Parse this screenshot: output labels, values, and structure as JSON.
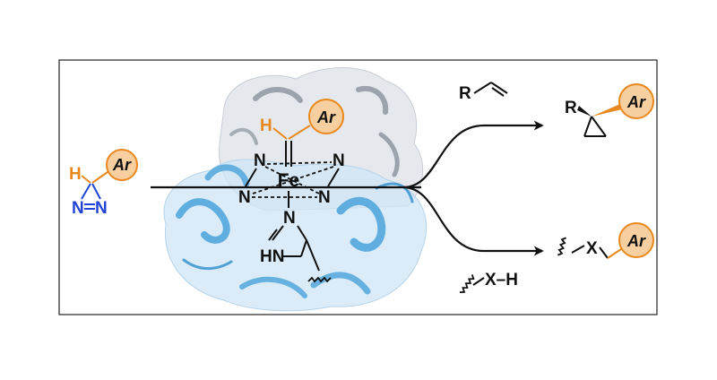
{
  "colors": {
    "accent_orange": "#e8891e",
    "ar_fill": "#f8cfa0",
    "nitrogen_blue": "#1f44d6",
    "protein_blue": "#4aa3da",
    "protein_surface": "#dde6ee",
    "frame": "#333333"
  },
  "substrate": {
    "h_label": "H",
    "ar_label": "Ar",
    "n_left": "N",
    "n_right": "N"
  },
  "enzyme": {
    "h_label": "H",
    "ar_label": "Ar",
    "metal_label": "Fe",
    "pyrrole_n_tl": "N",
    "pyrrole_n_tr": "N",
    "pyrrole_n_bl": "N",
    "pyrrole_n_br": "N",
    "imidazole_n": "N",
    "imidazole_nh": "HN"
  },
  "top_branch": {
    "reagent_r": "R",
    "product_r": "R",
    "product_ar": "Ar"
  },
  "bottom_branch": {
    "reagent_xh": "X–H",
    "product_x": "X",
    "product_ar": "Ar"
  }
}
